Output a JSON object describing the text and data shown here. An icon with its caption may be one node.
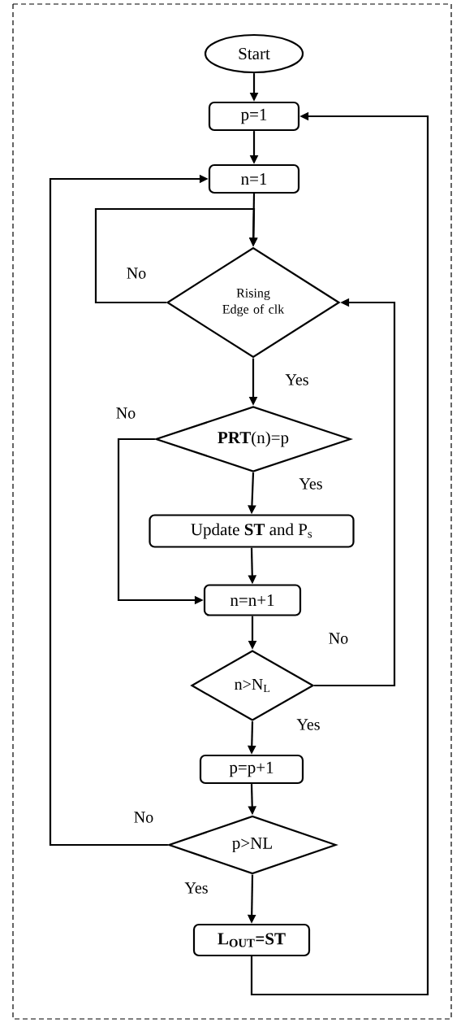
{
  "diagram": {
    "nodes": [
      {
        "text": [
          "Start"
        ]
      },
      {
        "text": [
          "p=1"
        ]
      },
      {
        "text": [
          "n=1"
        ]
      },
      {
        "text": [
          "Rising Edge of clk"
        ]
      },
      {
        "text": [
          "**PRT**(n)=p"
        ]
      },
      {
        "text": [
          "Update **ST** and P$_{s}$"
        ]
      },
      {
        "text": [
          "n=n+1"
        ]
      },
      {
        "text": [
          "n>N$_{L}$"
        ]
      },
      {
        "text": [
          "p=p+1"
        ]
      },
      {
        "text": [
          "p>NL"
        ]
      },
      {
        "text": [
          "L$_{OUT}$=ST"
        ]
      }
    ],
    "edges": [
      {
        "from": 0,
        "to": 1,
        "arrow": "to"
      },
      {
        "from": 1,
        "to": 2,
        "arrow": "to"
      },
      {
        "from": 2,
        "to": 3,
        "arrow": "to"
      },
      {
        "from": 3,
        "to": 3,
        "arrow": "to",
        "label": "No"
      },
      {
        "from": 3,
        "to": 4,
        "arrow": "to",
        "label": "Yes"
      },
      {
        "from": 4,
        "to": 5,
        "arrow": "to",
        "label": "Yes"
      },
      {
        "from": 4,
        "to": 6,
        "arrow": "to",
        "label": "No"
      },
      {
        "from": 5,
        "to": 6,
        "arrow": "to"
      },
      {
        "from": 6,
        "to": 7,
        "arrow": "to"
      },
      {
        "from": 7,
        "to": 8,
        "arrow": "to",
        "label": "Yes"
      },
      {
        "from": 7,
        "to": 3,
        "arrow": "to",
        "label": "No"
      },
      {
        "from": 8,
        "to": 9,
        "arrow": "to"
      },
      {
        "from": 9,
        "to": 10,
        "arrow": "to",
        "label": "Yes"
      },
      {
        "from": 9,
        "to": 2,
        "arrow": "to",
        "label": "No"
      },
      {
        "from": 10,
        "to": 1,
        "arrow": "to"
      }
    ]
  }
}
